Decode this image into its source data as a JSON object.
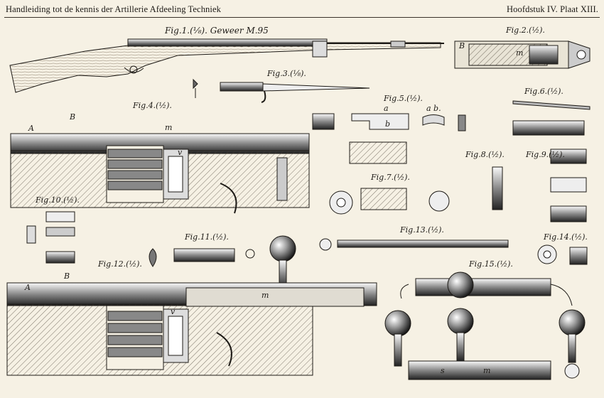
{
  "header": {
    "left": "Handleiding tot de kennis der Artillerie Afdeeling Techniek",
    "right": "Hoofdstuk IV. Plaat XIII."
  },
  "figures": {
    "fig1": "Fig.1.(⅛). Geweer M.95",
    "fig2": "Fig.2.(½).",
    "fig3": "Fig.3.(⅛).",
    "fig4": "Fig.4.(½).",
    "fig5": "Fig.5.(½).",
    "fig6": "Fig.6.(½).",
    "fig7": "Fig.7.(½).",
    "fig8": "Fig.8.(½).",
    "fig9": "Fig.9.(½).",
    "fig10": "Fig.10.(½).",
    "fig11": "Fig.11.(½).",
    "fig12": "Fig.12.(½).",
    "fig13": "Fig.13.(½).",
    "fig14": "Fig.14.(½).",
    "fig15": "Fig.15.(½)."
  },
  "part_letters": {
    "B4": "B",
    "A4": "A",
    "m4": "m",
    "B2": "B",
    "m2": "m",
    "a5": "a",
    "ab5": "a b.",
    "b5": "b",
    "B12": "B",
    "A12": "A",
    "m12": "m",
    "v4": "v",
    "v12": "v",
    "m15": "m",
    "s15": "s"
  }
}
